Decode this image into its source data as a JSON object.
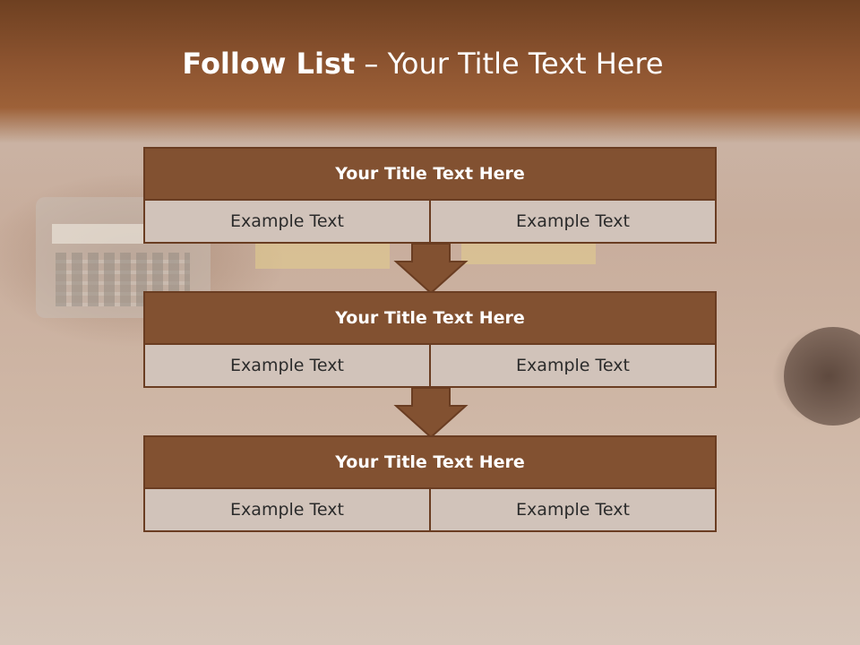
{
  "title": {
    "bold_part": "Follow List",
    "rest_part": " – Your Title Text Here"
  },
  "blocks": [
    {
      "title": "Your Title Text Here",
      "left": "Example Text",
      "right": "Example Text"
    },
    {
      "title": "Your Title Text Here",
      "left": "Example Text",
      "right": "Example Text"
    },
    {
      "title": "Your Title Text Here",
      "left": "Example Text",
      "right": "Example Text"
    }
  ],
  "colors": {
    "header": "#8d5430",
    "block_title_bg": "#825131",
    "cell_bg": "#d1c3ba",
    "border": "#6a3d22"
  },
  "icons": [
    "down-arrow-icon",
    "down-arrow-icon"
  ]
}
